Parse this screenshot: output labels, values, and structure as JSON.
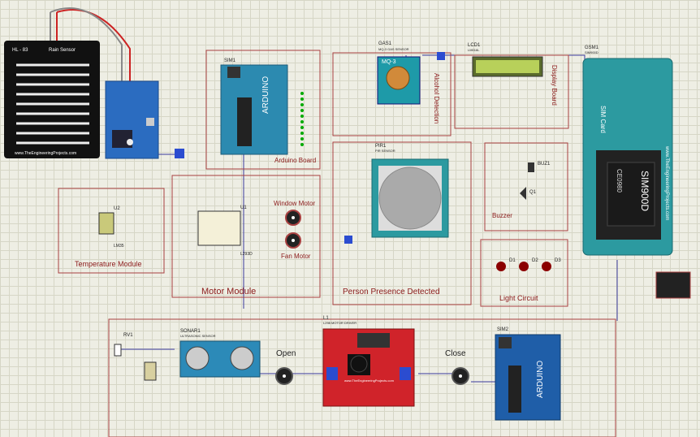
{
  "rain_sensor": {
    "ref": "HL - 83",
    "name": "Rain Sensor",
    "brand": "www.TheEngineeringProjects.com"
  },
  "arduino_board": {
    "ref": "SIM1",
    "section_label": "Arduino Board",
    "logo": "ARDUINO"
  },
  "alcohol": {
    "ref": "GAS1",
    "part": "MQ-3 GAS SENSOR",
    "chip": "MQ-3",
    "section_label": "Alcohol Detection"
  },
  "display": {
    "ref": "LCD1",
    "part": "LM016L",
    "section_label": "Display Board"
  },
  "gsm": {
    "ref": "GSM1",
    "part": "SIM900D",
    "brand": "www.TheEngineeringProjects.com",
    "chip": "SIM900D",
    "chip_sub": "CE0980",
    "sim_label": "SIM Card"
  },
  "temperature": {
    "ref": "U2",
    "part": "LM35",
    "section_label": "Temperature Module"
  },
  "motor": {
    "ref": "U1",
    "part": "L293D",
    "section_label": "Motor Module",
    "window_motor": "Window Motor",
    "fan_motor": "Fan Motor"
  },
  "person": {
    "ref": "PIR1",
    "part": "PIR SENSOR",
    "section_label": "Person Presence Detected"
  },
  "buzzer": {
    "ref": "BUZ1",
    "transistor": "Q1",
    "section_label": "Buzzer"
  },
  "light": {
    "ref1": "D1",
    "ref2": "D2",
    "ref3": "D3",
    "section_label": "Light Circuit"
  },
  "sonar": {
    "pot": "RV1",
    "ref": "SONAR1",
    "part": "ULTRASONIC SENSOR"
  },
  "driver": {
    "ref": "L1",
    "part": "L298 MOTOR DRIVER",
    "brand": "www.TheEngineeringProjects.com",
    "open_label": "Open",
    "close_label": "Close"
  },
  "arduino_bottom": {
    "ref": "SIM2",
    "logo": "ARDUINO"
  },
  "net_colors": {
    "wire": "#3333aa",
    "box": "#a84040",
    "board_teal": "#2c9aa0",
    "board_blue": "#1f5ea8",
    "driver_red": "#d0232a"
  }
}
